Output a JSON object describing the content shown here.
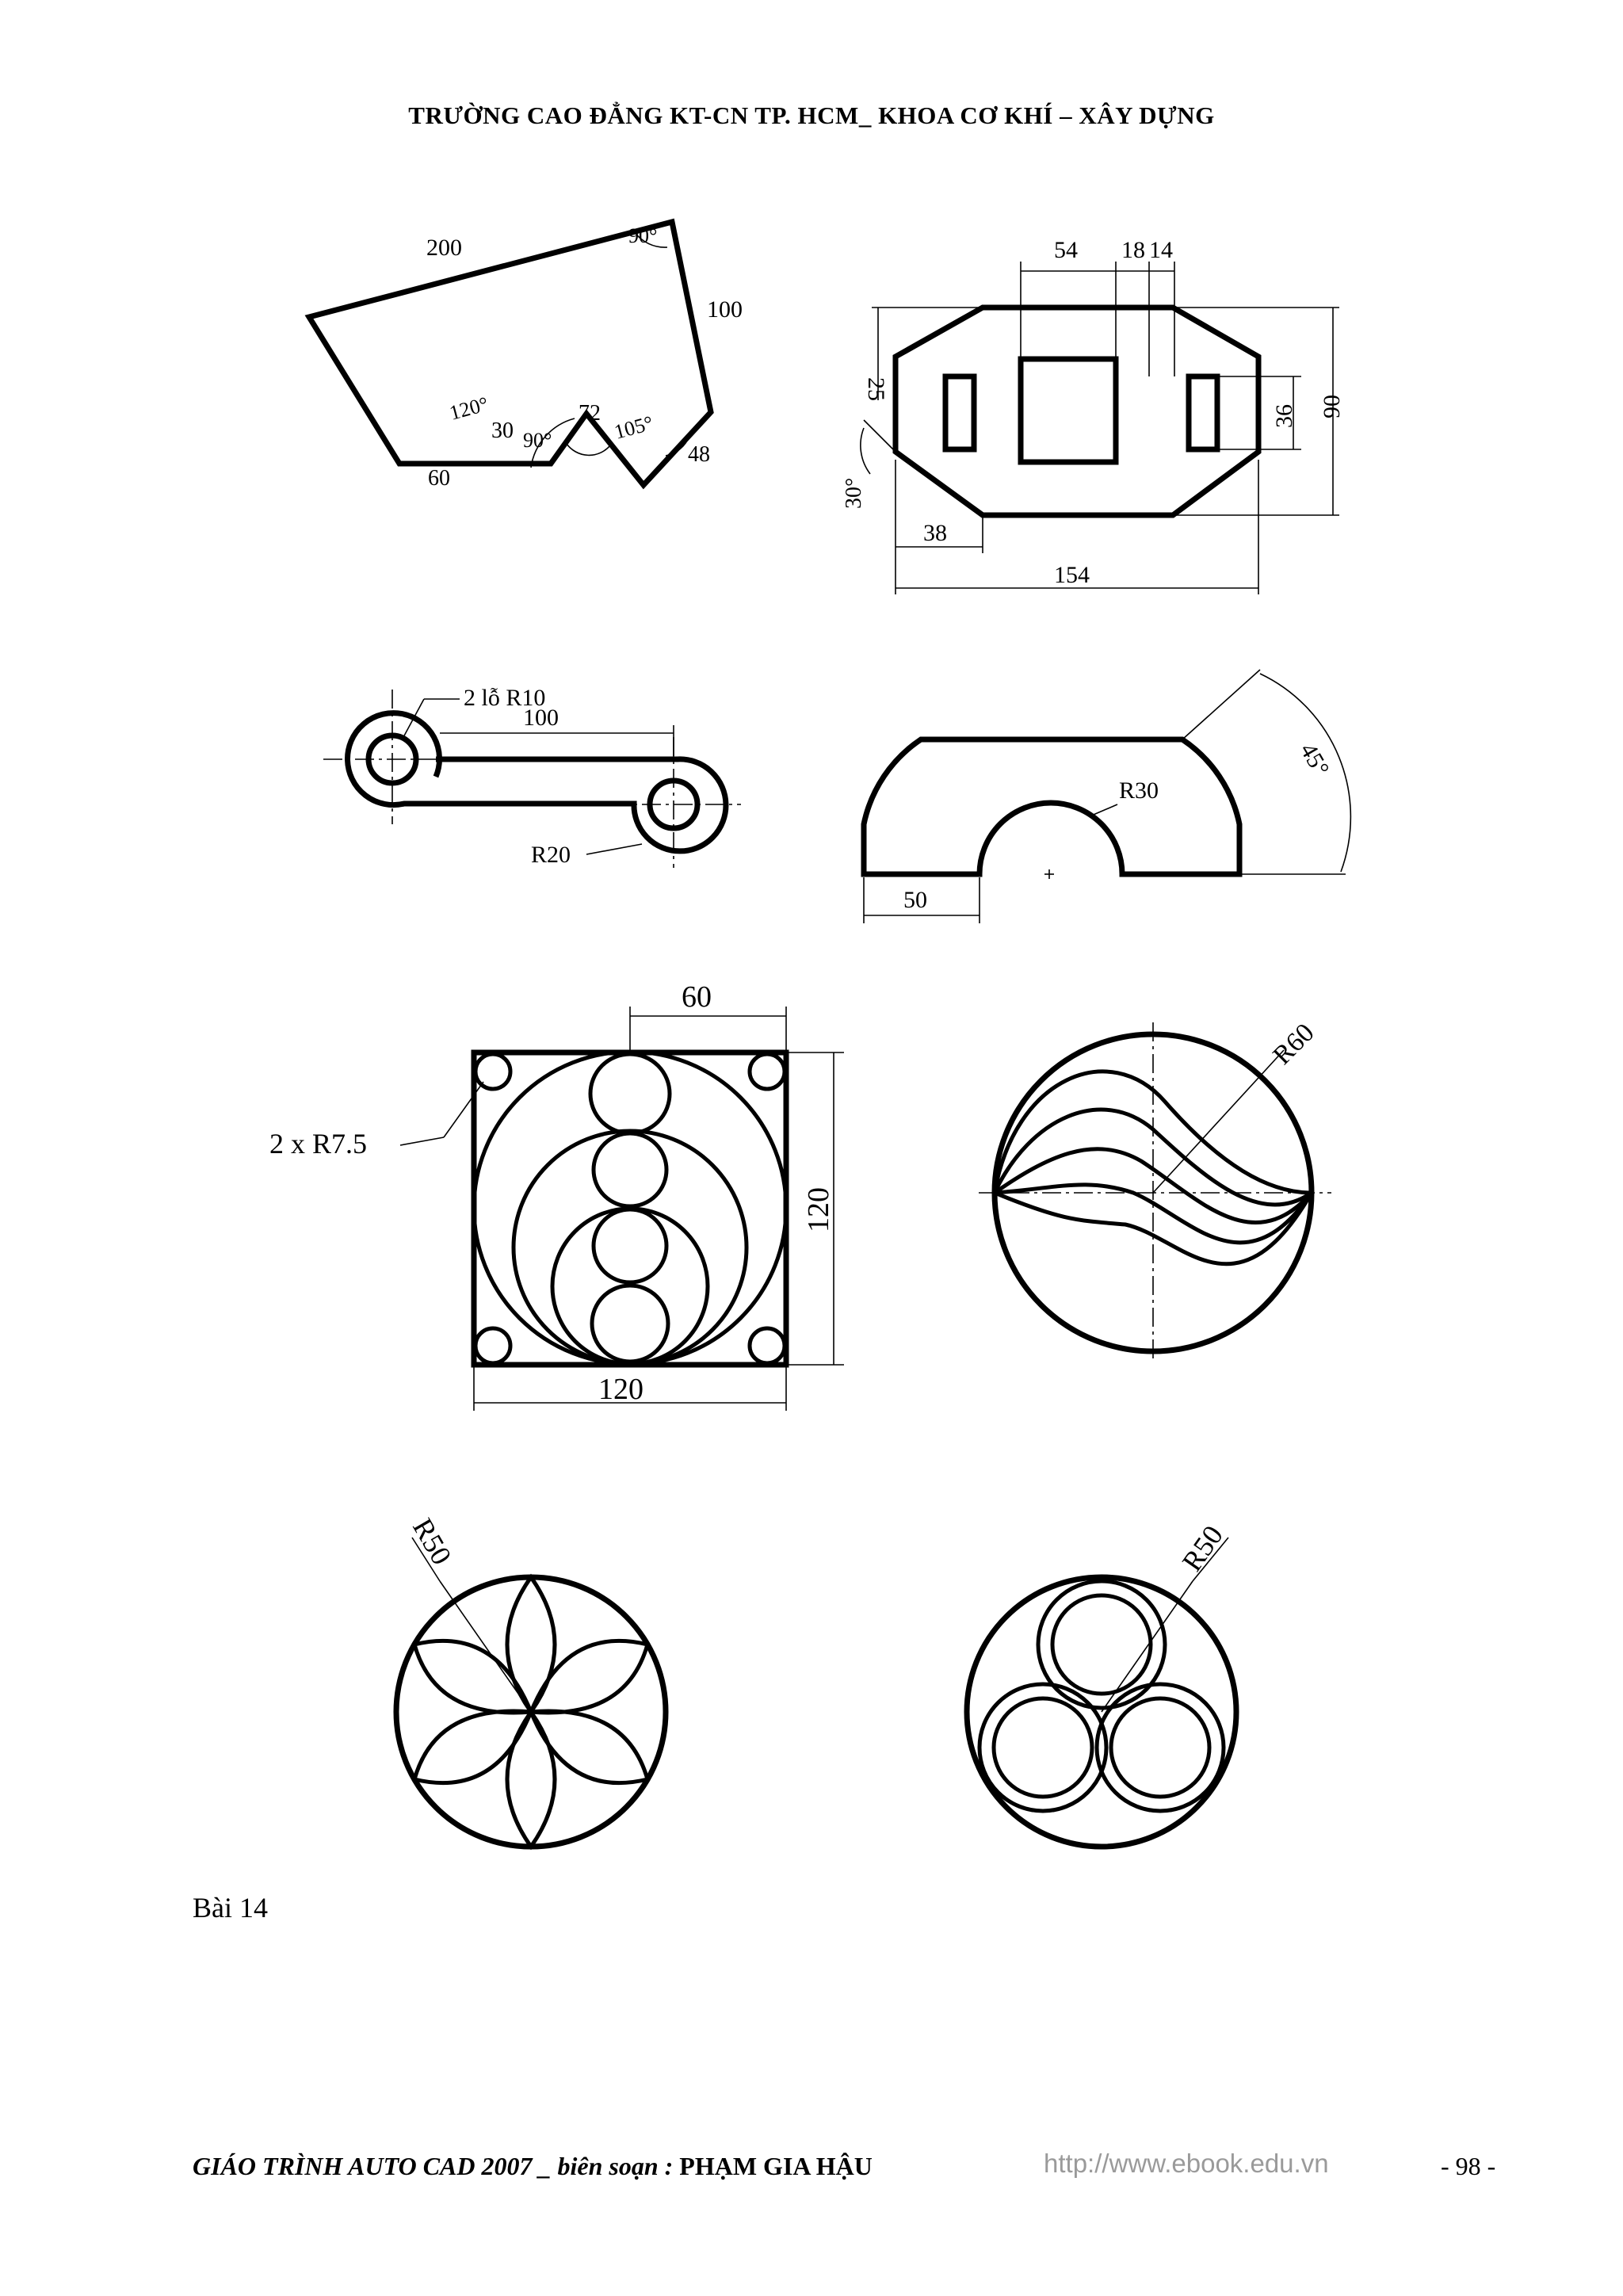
{
  "header": {
    "title": "TRƯỜNG CAO ĐẲNG KT-CN TP. HCM_ KHOA CƠ KHÍ – XÂY DỰNG"
  },
  "figures": {
    "fig1": {
      "d200": "200",
      "d100": "100",
      "a90": "90°",
      "a120": "120°",
      "d30": "30",
      "a90b": "90°",
      "d72": "72",
      "a105": "105°",
      "d48": "48",
      "d60": "60"
    },
    "fig2": {
      "d54": "54",
      "d18": "18",
      "d14": "14",
      "d25": "25",
      "d90": "90",
      "d36": "36",
      "a30": "30°",
      "d38": "38",
      "d154": "154"
    },
    "fig3": {
      "holes": "2 lỗ R10",
      "d100": "100",
      "r20": "R20"
    },
    "fig4": {
      "r30": "R30",
      "a45": "45°",
      "d50": "50"
    },
    "fig5": {
      "d60": "60",
      "holes": "2 x R7.5",
      "d120v": "120",
      "d120h": "120"
    },
    "fig6": {
      "r60": "R60"
    },
    "fig7": {
      "r50": "R50"
    },
    "fig8": {
      "r50": "R50"
    }
  },
  "exercise_label": "Bài 14",
  "footer": {
    "book_title": "GIÁO TRÌNH AUTO CAD 2007",
    "separator": " _ biên soạn : ",
    "author": "PHẠM GIA HẬU",
    "url": "http://www.ebook.edu.vn",
    "page": "- 98 -"
  }
}
